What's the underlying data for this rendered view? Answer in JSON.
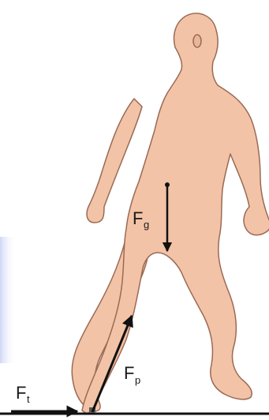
{
  "figure": {
    "colors": {
      "skin": "#f2c3a6",
      "skin_outline": "#9a6a55",
      "arrow": "#111111",
      "ground": "#111111",
      "side_tint": "#d4dbf7"
    },
    "forces": {
      "gravity": {
        "symbol": "F",
        "subscript": "g"
      },
      "push": {
        "symbol": "F",
        "subscript": "p"
      },
      "friction": {
        "symbol": "F",
        "subscript": "t"
      }
    }
  }
}
